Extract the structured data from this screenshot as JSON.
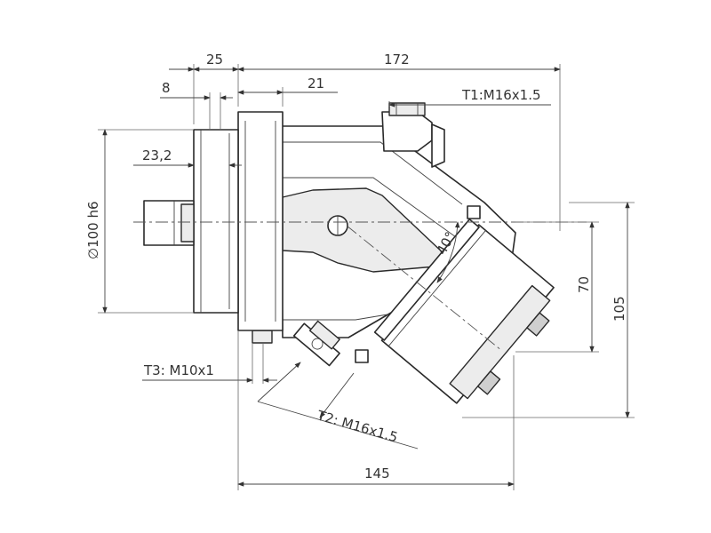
{
  "dimensions": {
    "d25": "25",
    "d172": "172",
    "d8": "8",
    "d21": "21",
    "t1": "T1:M16x1.5",
    "d23_2": "23,2",
    "dia100": "∅100 h6",
    "angle40": "40°",
    "d70": "70",
    "d105": "105",
    "t3": "T3: M10x1",
    "t2": "T2: M16x1.5",
    "d145": "145"
  }
}
